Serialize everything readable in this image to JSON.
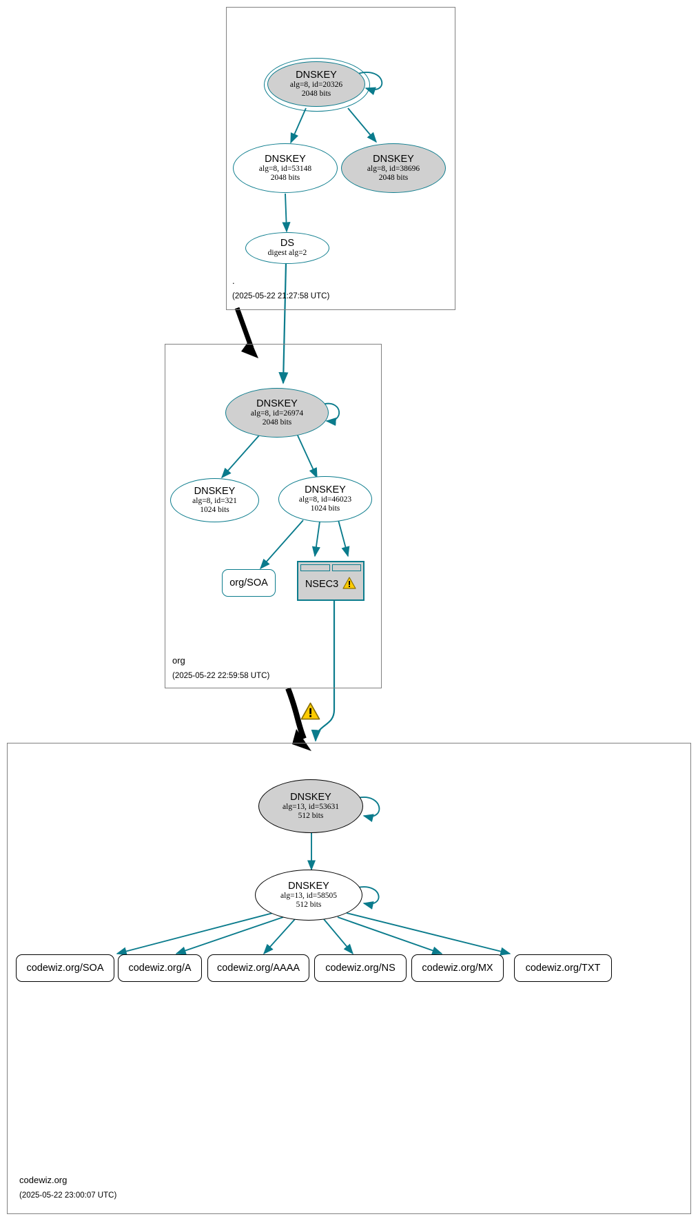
{
  "diagram": {
    "kind": "dnssec-authentication-chain",
    "colors": {
      "edge_teal": "#0a7b8c",
      "edge_black": "#000000",
      "node_fill_gray": "#d0d0d0",
      "node_fill_white": "#ffffff",
      "zone_border": "#808080",
      "warning_yellow": "#ffcc00"
    }
  },
  "zones": [
    {
      "id": "root",
      "name": ".",
      "timestamp": "(2025-05-22 21:27:58 UTC)"
    },
    {
      "id": "org",
      "name": "org",
      "timestamp": "(2025-05-22 22:59:58 UTC)"
    },
    {
      "id": "codewiz",
      "name": "codewiz.org",
      "timestamp": "(2025-05-22 23:00:07 UTC)"
    }
  ],
  "nodes": {
    "root_ksk": {
      "type": "DNSKEY",
      "title": "DNSKEY",
      "params": "alg=8, id=20326",
      "size": "2048 bits",
      "trust_anchor": true,
      "fill": "gray"
    },
    "root_zsk": {
      "type": "DNSKEY",
      "title": "DNSKEY",
      "params": "alg=8, id=53148",
      "size": "2048 bits",
      "fill": "white"
    },
    "root_other": {
      "type": "DNSKEY",
      "title": "DNSKEY",
      "params": "alg=8, id=38696",
      "size": "2048 bits",
      "fill": "gray"
    },
    "root_ds": {
      "type": "DS",
      "title": "DS",
      "params": "digest alg=2",
      "fill": "white"
    },
    "org_ksk": {
      "type": "DNSKEY",
      "title": "DNSKEY",
      "params": "alg=8, id=26974",
      "size": "2048 bits",
      "fill": "gray"
    },
    "org_key321": {
      "type": "DNSKEY",
      "title": "DNSKEY",
      "params": "alg=8, id=321",
      "size": "1024 bits",
      "fill": "white"
    },
    "org_key46023": {
      "type": "DNSKEY",
      "title": "DNSKEY",
      "params": "alg=8, id=46023",
      "size": "1024 bits",
      "fill": "white"
    },
    "org_soa": {
      "type": "RRset",
      "label": "org/SOA"
    },
    "org_nsec3": {
      "type": "NSEC3",
      "label": "NSEC3",
      "has_warning": true
    },
    "cw_ksk": {
      "type": "DNSKEY",
      "title": "DNSKEY",
      "params": "alg=13, id=53631",
      "size": "512 bits",
      "fill": "gray"
    },
    "cw_zsk": {
      "type": "DNSKEY",
      "title": "DNSKEY",
      "params": "alg=13, id=58505",
      "size": "512 bits",
      "fill": "white"
    }
  },
  "rrsets": [
    {
      "id": "cw_soa",
      "label": "codewiz.org/SOA"
    },
    {
      "id": "cw_a",
      "label": "codewiz.org/A"
    },
    {
      "id": "cw_aaaa",
      "label": "codewiz.org/AAAA"
    },
    {
      "id": "cw_ns",
      "label": "codewiz.org/NS"
    },
    {
      "id": "cw_mx",
      "label": "codewiz.org/MX"
    },
    {
      "id": "cw_txt",
      "label": "codewiz.org/TXT"
    }
  ],
  "warnings": {
    "delegation_warning": "!",
    "nsec3_warning": "!"
  }
}
